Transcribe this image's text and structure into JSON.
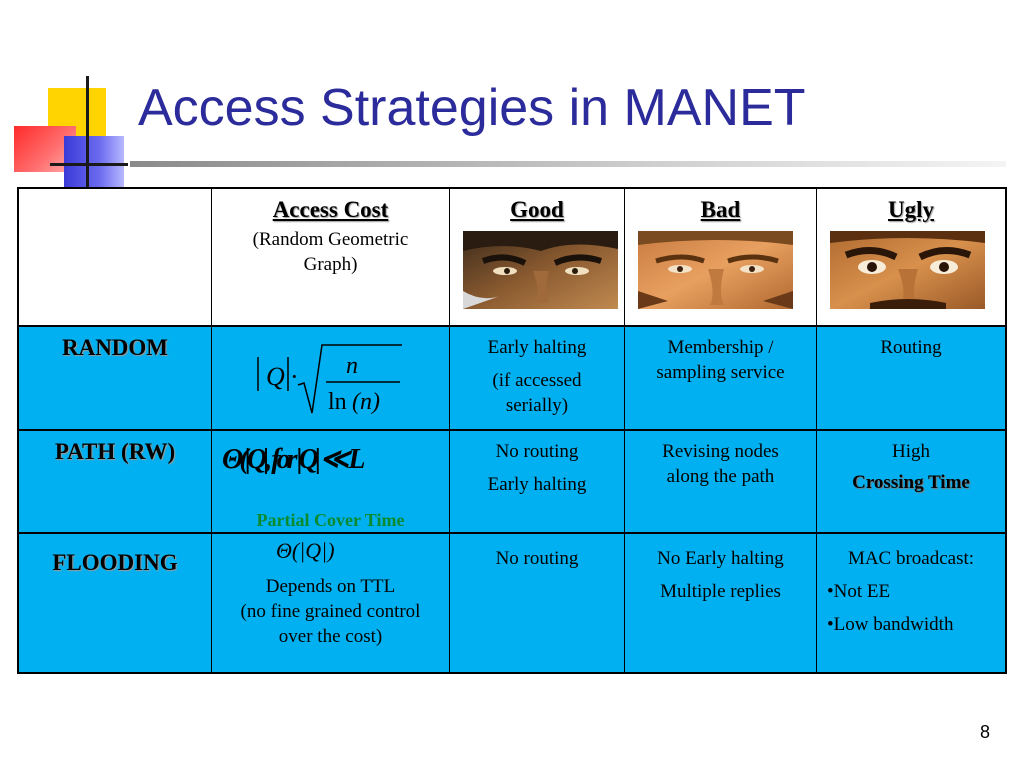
{
  "slide": {
    "title": "Access Strategies in MANET",
    "page_number": "8"
  },
  "table": {
    "header": {
      "access_cost": "Access Cost",
      "access_cost_sub_1": "(Random Geometric",
      "access_cost_sub_2": "Graph)",
      "good": "Good",
      "bad": "Bad",
      "ugly": "Ugly"
    },
    "random": {
      "label": "RANDOM",
      "formula_q": "Q",
      "formula_dot": "·",
      "formula_n": "n",
      "formula_ln": "ln",
      "formula_ln_arg": "(n)",
      "good_1": "Early halting",
      "good_2": "(if accessed",
      "good_3": "serially)",
      "bad_1": "Membership /",
      "bad_2": "sampling service",
      "ugly_1": "Routing"
    },
    "path": {
      "label": "PATH (RW)",
      "formula": "Θ(|Q|, for |Q| ≪ L",
      "caption": "Partial Cover Time",
      "good_1": "No routing",
      "good_2": "Early halting",
      "bad_1": "Revising nodes",
      "bad_2": "along the path",
      "ugly_1": "High",
      "ugly_2": "Crossing Time"
    },
    "flooding": {
      "label": "FLOODING",
      "formula": "Θ(|Q|)",
      "cost_1": "Depends on TTL",
      "cost_2": "(no fine grained control",
      "cost_3": "over the cost)",
      "good_1": "No routing",
      "bad_1": "No Early halting",
      "bad_2": "Multiple replies",
      "ugly_1": "MAC broadcast:",
      "ugly_2": "•Not EE",
      "ugly_3": "•Low bandwidth"
    }
  },
  "colors": {
    "title": "#2b2b9b",
    "row_fill": "#00b0f0",
    "caption_green": "#0b8a2e"
  }
}
